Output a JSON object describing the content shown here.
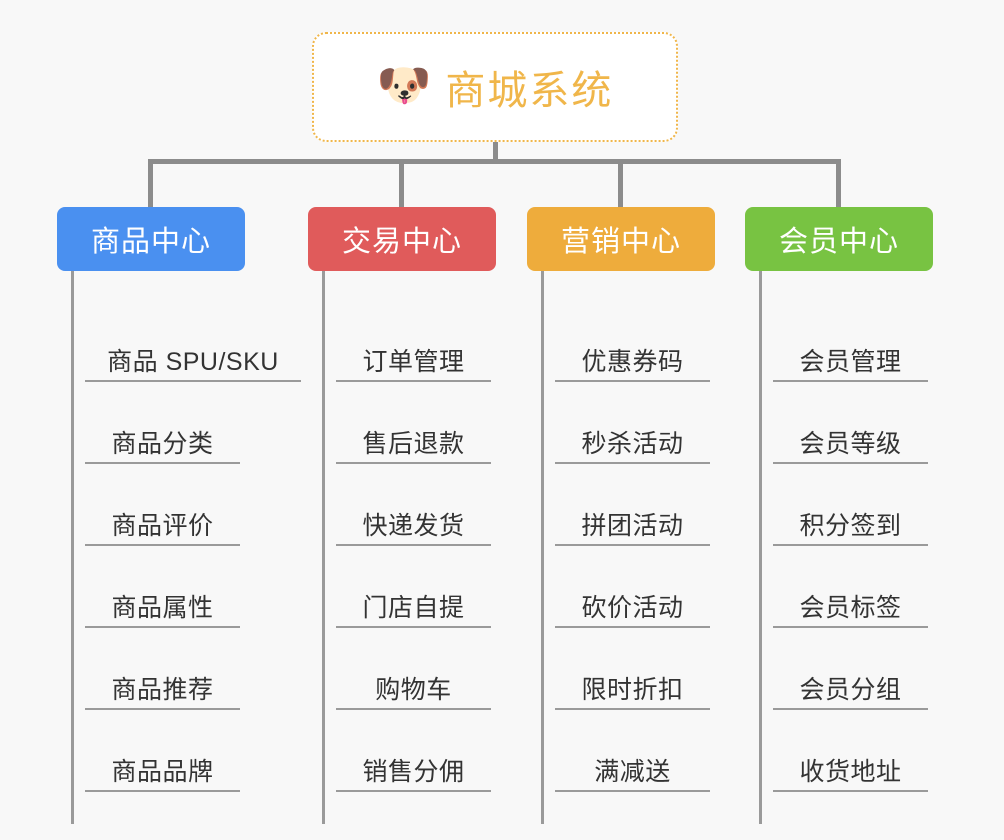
{
  "root": {
    "icon": "dog-face-emoji",
    "icon_glyph": "🐶",
    "title": "商城系统",
    "accent_color": "#f0b64a",
    "border_style": "dotted"
  },
  "colors": {
    "background": "#f8f8f8",
    "connector": "#8c8c8c",
    "leaf_line": "#9a9a9a",
    "leaf_text": "#333333"
  },
  "categories": [
    {
      "label": "商品中心",
      "color": "#4a90f0",
      "items": [
        "商品 SPU/SKU",
        "商品分类",
        "商品评价",
        "商品属性",
        "商品推荐",
        "商品品牌"
      ]
    },
    {
      "label": "交易中心",
      "color": "#e05b5b",
      "items": [
        "订单管理",
        "售后退款",
        "快递发货",
        "门店自提",
        "购物车",
        "销售分佣"
      ]
    },
    {
      "label": "营销中心",
      "color": "#eeac3c",
      "items": [
        "优惠券码",
        "秒杀活动",
        "拼团活动",
        "砍价活动",
        "限时折扣",
        "满减送"
      ]
    },
    {
      "label": "会员中心",
      "color": "#78c342",
      "items": [
        "会员管理",
        "会员等级",
        "积分签到",
        "会员标签",
        "会员分组",
        "收货地址"
      ]
    }
  ]
}
